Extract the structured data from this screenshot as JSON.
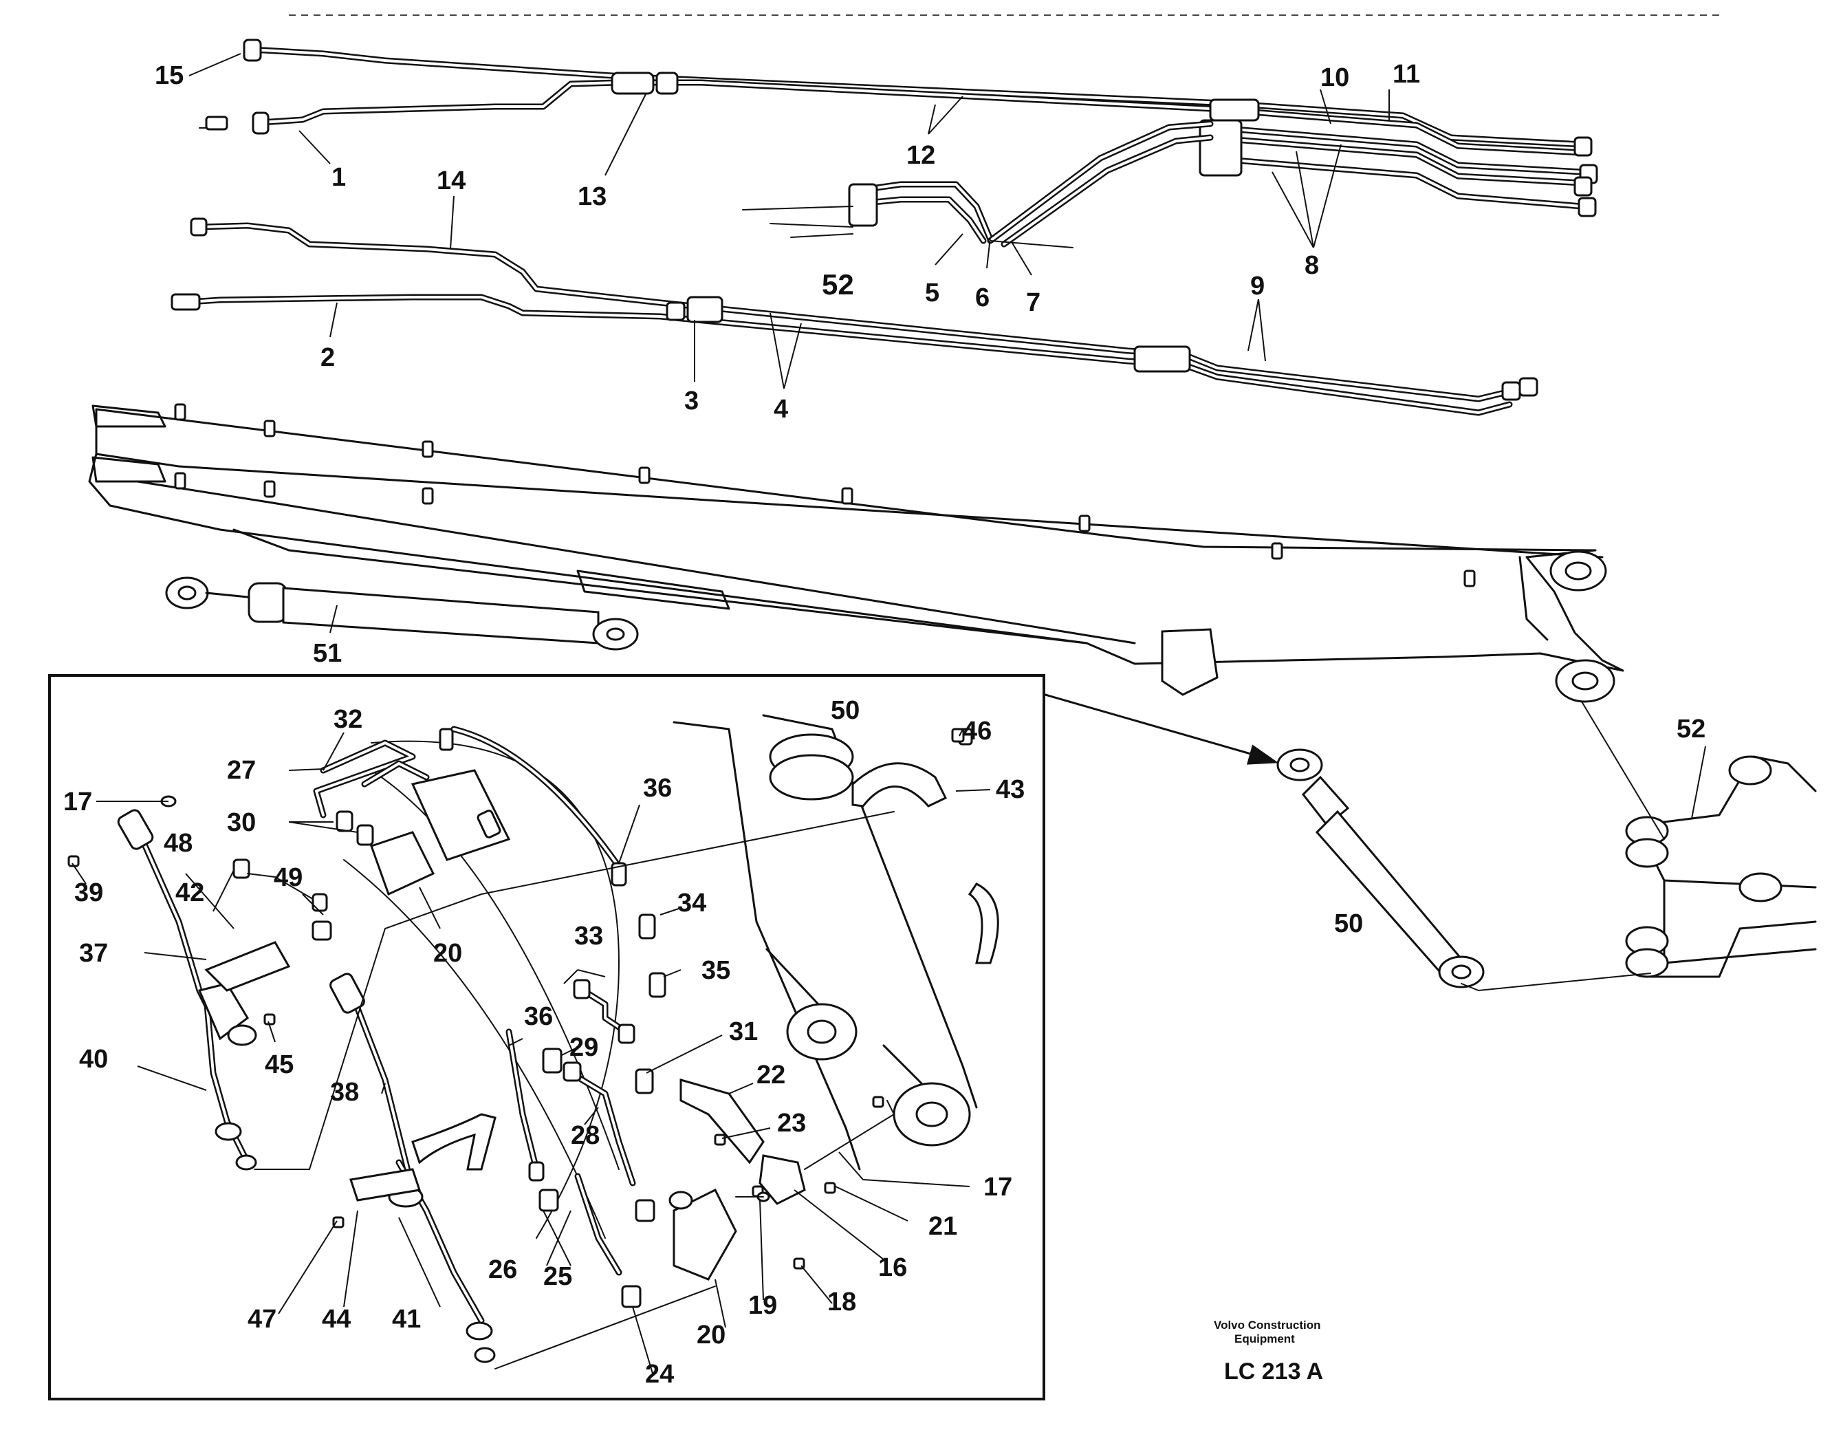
{
  "labels": {
    "l1": "1",
    "l2": "2",
    "l3": "3",
    "l4": "4",
    "l5": "5",
    "l6": "6",
    "l7": "7",
    "l8": "8",
    "l9": "9",
    "l10": "10",
    "l11": "11",
    "l12": "12",
    "l13": "13",
    "l14": "14",
    "l15": "15",
    "l16": "16",
    "l17a": "17",
    "l17b": "17",
    "l18": "18",
    "l19": "19",
    "l20a": "20",
    "l20b": "20",
    "l21": "21",
    "l22": "22",
    "l23": "23",
    "l24": "24",
    "l25": "25",
    "l26": "26",
    "l27": "27",
    "l28": "28",
    "l29": "29",
    "l30": "30",
    "l31": "31",
    "l32": "32",
    "l33": "33",
    "l34": "34",
    "l35": "35",
    "l36a": "36",
    "l36b": "36",
    "l37": "37",
    "l38": "38",
    "l39": "39",
    "l40": "40",
    "l41": "41",
    "l42": "42",
    "l43": "43",
    "l44": "44",
    "l45": "45",
    "l46": "46",
    "l47": "47",
    "l48": "48",
    "l49": "49",
    "l50a": "50",
    "l50b": "50",
    "l51": "51",
    "l52a": "52",
    "l52b": "52"
  },
  "footer": {
    "company_line1": "Volvo Construction",
    "company_line2": "Equipment",
    "drawing_code": "LC 213  A"
  }
}
